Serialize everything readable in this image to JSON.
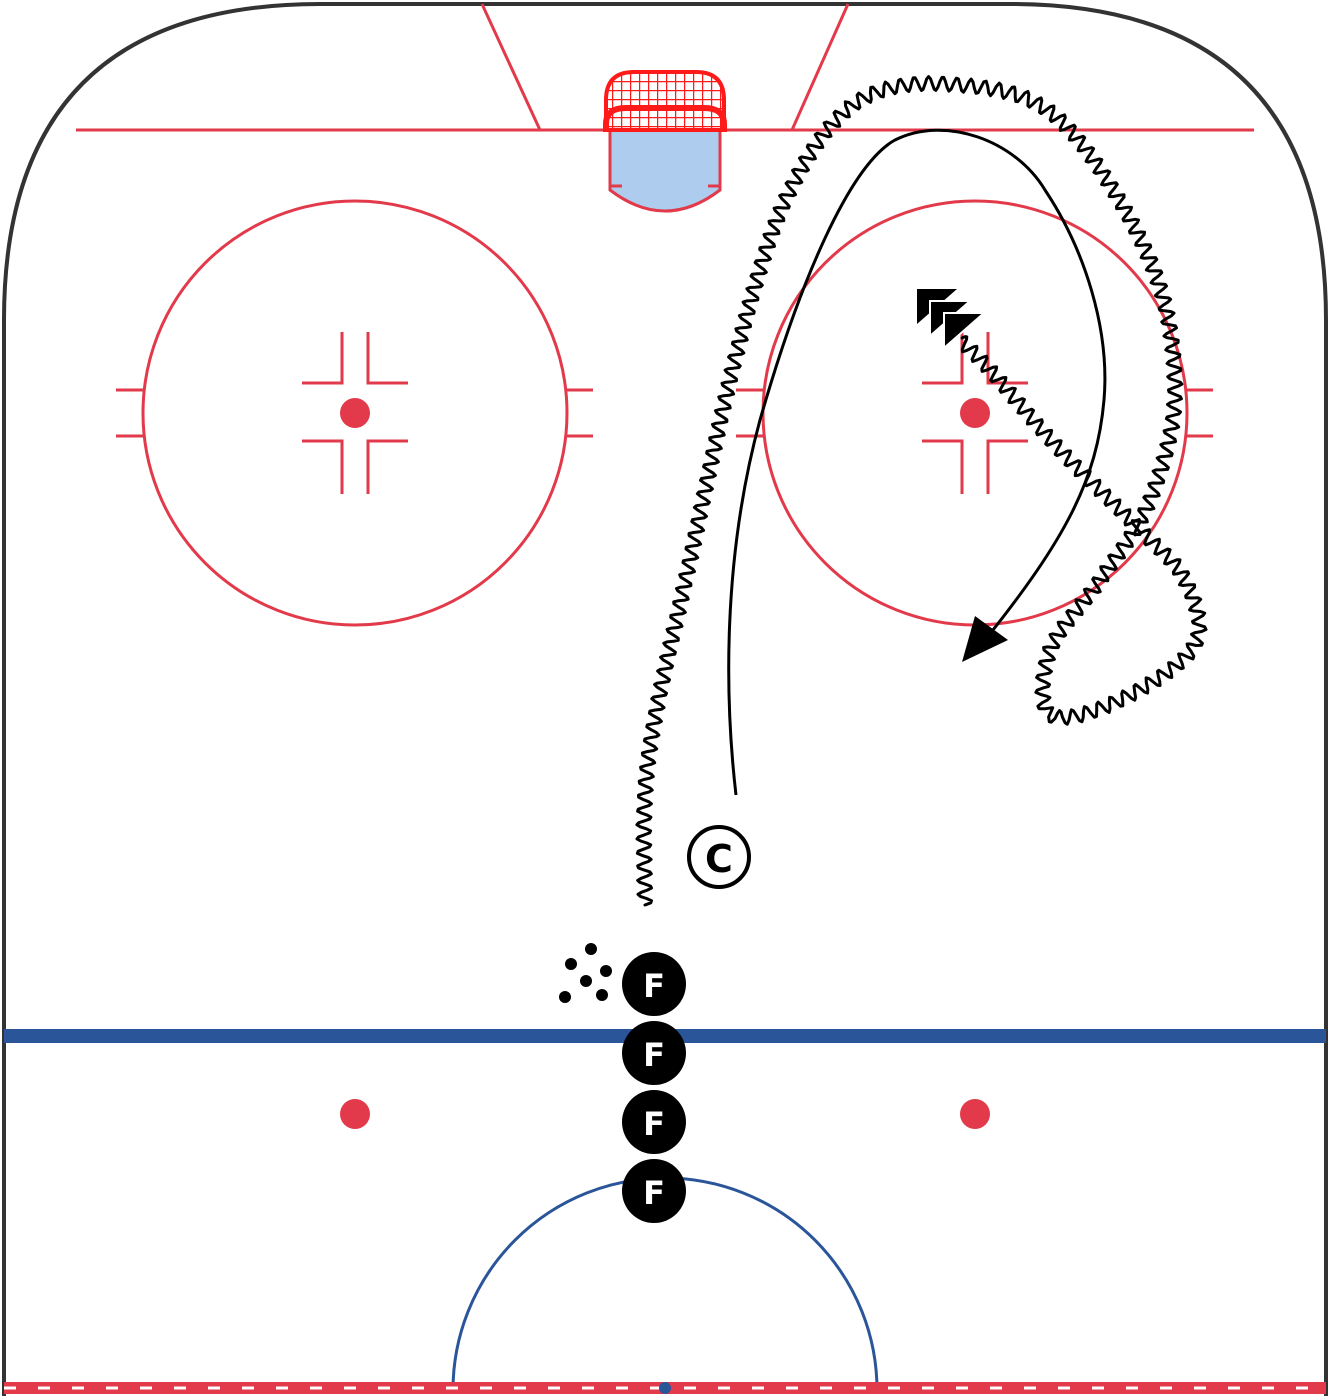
{
  "colors": {
    "red": "#e23a4a",
    "blue": "#2a5599",
    "crease": "#aecdee",
    "ink": "#000000",
    "board": "#333333",
    "net": "#ff1a1a"
  },
  "players": {
    "coach": {
      "label": "C",
      "shape": "circled-letter"
    },
    "forwards": [
      {
        "label": "F"
      },
      {
        "label": "F"
      },
      {
        "label": "F"
      },
      {
        "label": "F"
      }
    ]
  },
  "icons": {
    "pucks": "puck-pile-icon",
    "shot": "shot-arrow-icon",
    "skate": "skate-path",
    "skate_with_puck": "puck-carry-path"
  }
}
